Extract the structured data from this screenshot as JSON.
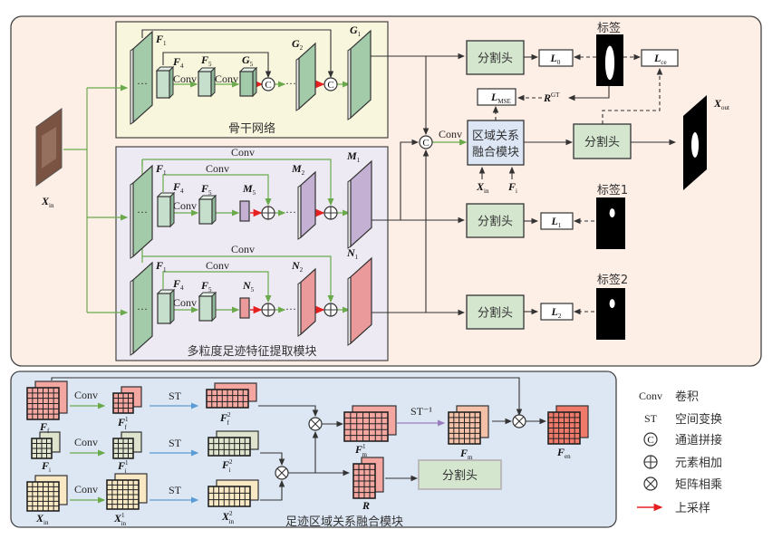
{
  "colors": {
    "top_panel": "#fdeee6",
    "backbone_bg": "#f8f6dc",
    "multiscale_bg": "#eeeaf3",
    "bottom_panel": "#dde7f3",
    "seg_head": "#d5e6cf",
    "region_module": "#dce6f4",
    "backbone_slab": "#a3cbaa",
    "m_branch": "#c3b0d3",
    "n_branch": "#ea9a9a",
    "conv_arrow": "#6aaa4c",
    "st_arrow": "#5b9bd5",
    "st_inv_arrow": "#9a7fbf",
    "upsample_arrow": "#e62020"
  },
  "backbone": {
    "title": "骨干网络",
    "conv": "Conv",
    "concat": "C",
    "dots": "···"
  },
  "multiscale": {
    "title": "多粒度足迹特征提取模块",
    "conv": "Conv",
    "add": "+",
    "dots": "···"
  },
  "seg_head": "分割头",
  "region_module": {
    "line1": "区域关系",
    "line2": "融合模块",
    "conv": "Conv"
  },
  "label_titles": {
    "main": "标签",
    "one": "标签1",
    "two": "标签2"
  },
  "math": {
    "Xin": {
      "m": "X",
      "sub": "in"
    },
    "F1": {
      "m": "F",
      "sub": "1"
    },
    "F4": {
      "m": "F",
      "sub": "4"
    },
    "F5": {
      "m": "F",
      "sub": "5"
    },
    "G5": {
      "m": "G",
      "sub": "5"
    },
    "G2": {
      "m": "G",
      "sub": "2"
    },
    "G1": {
      "m": "G",
      "sub": "1"
    },
    "M5": {
      "m": "M",
      "sub": "5"
    },
    "M2": {
      "m": "M",
      "sub": "2"
    },
    "M1": {
      "m": "M",
      "sub": "1"
    },
    "N5": {
      "m": "N",
      "sub": "5"
    },
    "N2": {
      "m": "N",
      "sub": "2"
    },
    "N1": {
      "m": "N",
      "sub": "1"
    },
    "L0": {
      "m": "L",
      "sub": "0"
    },
    "Lce": {
      "m": "L",
      "sub": "ce"
    },
    "LMSE": {
      "m": "L",
      "sub": "MSE"
    },
    "RGT": {
      "m": "R",
      "sup": "GT"
    },
    "Fi": {
      "m": "F",
      "sub": "i"
    },
    "Xout": {
      "m": "X",
      "sub": "out"
    },
    "L1": {
      "m": "L",
      "sub": "1"
    },
    "L2": {
      "m": "L",
      "sub": "2"
    },
    "Ff": {
      "m": "F",
      "sub": "f"
    },
    "F1f": {
      "m": "F",
      "sup": "1",
      "sub": "f"
    },
    "F2f": {
      "m": "F",
      "sup": "2",
      "sub": "f"
    },
    "F1i": {
      "m": "F",
      "sup": "1",
      "sub": "i"
    },
    "F2i": {
      "m": "F",
      "sup": "2",
      "sub": "i"
    },
    "X1in": {
      "m": "X",
      "sup": "1",
      "sub": "in"
    },
    "X2in": {
      "m": "X",
      "sup": "2",
      "sub": "in"
    },
    "F1m": {
      "m": "F",
      "sup": "1",
      "sub": "m"
    },
    "Fm": {
      "m": "F",
      "sub": "m"
    },
    "R": {
      "m": "R"
    },
    "Fen": {
      "m": "F",
      "sub": "en"
    }
  },
  "fusion": {
    "title": "足迹区域关系融合模块",
    "conv": "Conv",
    "st": "ST",
    "st_inv": "ST⁻¹",
    "multiply": "⊗"
  },
  "legend": [
    {
      "symbol": "Conv",
      "text": "卷积"
    },
    {
      "symbol": "ST",
      "text": "空间变换"
    },
    {
      "symbol": "C",
      "text": "通道拼接"
    },
    {
      "symbol": "⊕",
      "text": "元素相加"
    },
    {
      "symbol": "⊗",
      "text": "矩阵相乘"
    },
    {
      "symbol": "red-arrow",
      "text": "上采样"
    }
  ]
}
